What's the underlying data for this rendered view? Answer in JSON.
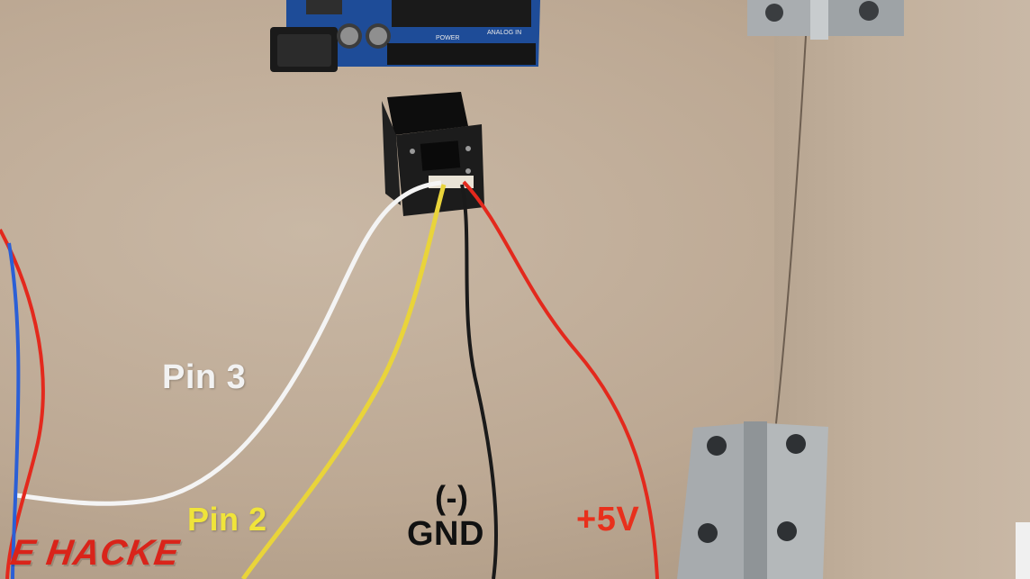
{
  "labels": {
    "pin3": "Pin 3",
    "pin2": "Pin 2",
    "gnd_sign": "(-)",
    "gnd": "GND",
    "v5": "+5V"
  },
  "board": {
    "power_header": "POWER",
    "analog_header": "ANALOG IN"
  },
  "watermark": "E HACKE",
  "colors": {
    "wire_white": "#f4f4f4",
    "wire_yellow": "#e9d43a",
    "wire_black": "#1a1a1a",
    "wire_red": "#e3291d",
    "wire_blue": "#2b5fd6",
    "arduino_blue": "#1e4c98"
  }
}
